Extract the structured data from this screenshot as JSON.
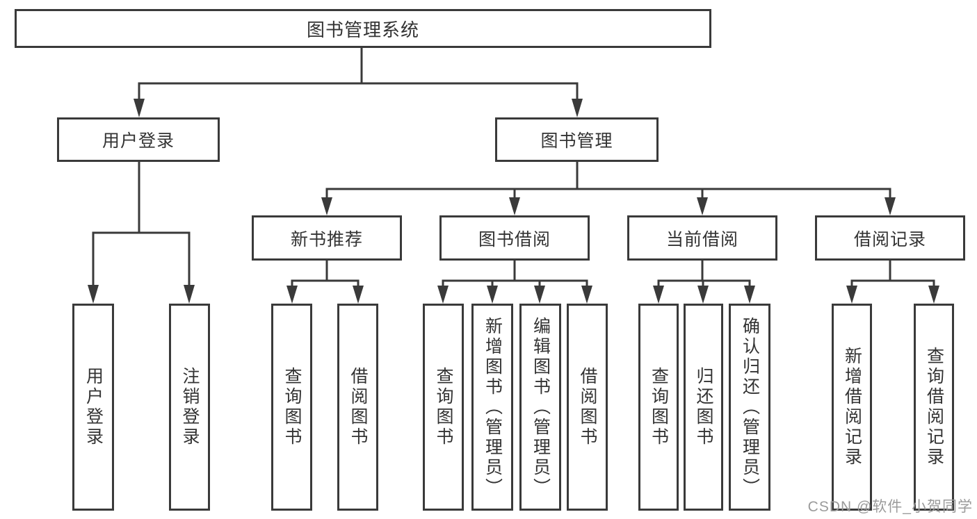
{
  "diagram": {
    "type": "hierarchy-diagram",
    "root": {
      "label": "图书管理系统",
      "children": [
        {
          "label": "用户登录",
          "children": [
            {
              "label": "用户登录"
            },
            {
              "label": "注销登录"
            }
          ]
        },
        {
          "label": "图书管理",
          "children": [
            {
              "label": "新书推荐",
              "children": [
                {
                  "label": "查询图书"
                },
                {
                  "label": "借阅图书"
                }
              ]
            },
            {
              "label": "图书借阅",
              "children": [
                {
                  "label": "查询图书"
                },
                {
                  "label": "新增图书（管理员）"
                },
                {
                  "label": "编辑图书（管理员）"
                },
                {
                  "label": "借阅图书"
                }
              ]
            },
            {
              "label": "当前借阅",
              "children": [
                {
                  "label": "查询图书"
                },
                {
                  "label": "归还图书"
                },
                {
                  "label": "确认归还（管理员）"
                }
              ]
            },
            {
              "label": "借阅记录",
              "children": [
                {
                  "label": "新增借阅记录"
                },
                {
                  "label": "查询借阅记录"
                }
              ]
            }
          ]
        }
      ]
    }
  },
  "watermark": "CSDN @软件_小贺同学",
  "colors": {
    "line": "#3a3a3a",
    "text": "#333333",
    "watermark": "#9b9b9b",
    "background": "#ffffff"
  }
}
